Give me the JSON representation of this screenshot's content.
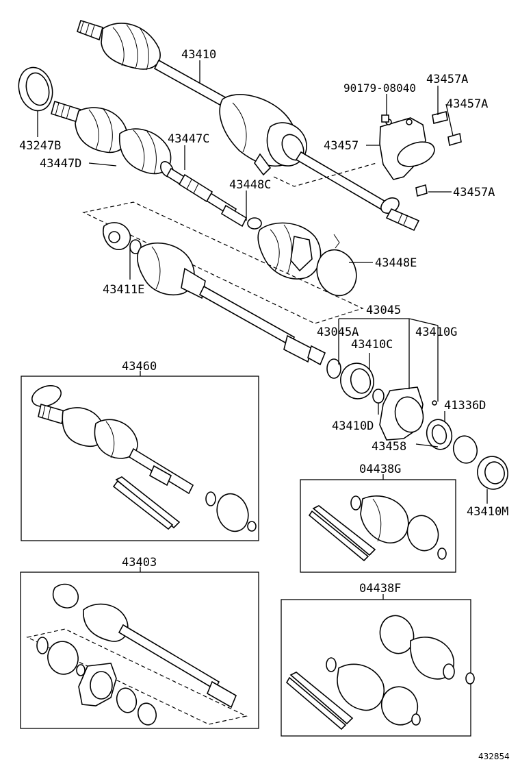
{
  "diagram": {
    "labels": {
      "p43410": "43410",
      "p90179": "90179-08040",
      "p43457A_1": "43457A",
      "p43457A_2": "43457A",
      "p43457": "43457",
      "p43457A_3": "43457A",
      "p43247B": "43247B",
      "p43447C": "43447C",
      "p43447D": "43447D",
      "p43448C": "43448C",
      "p43448E": "43448E",
      "p43411E": "43411E",
      "p43045": "43045",
      "p43045A": "43045A",
      "p43410G": "43410G",
      "p43410C": "43410C",
      "p41336D": "41336D",
      "p43410D": "43410D",
      "p43458": "43458",
      "p43410M": "43410M",
      "p43460": "43460",
      "p04438G": "04438G",
      "p43403": "43403",
      "p04438F": "04438F"
    },
    "reference_number": "432854"
  }
}
